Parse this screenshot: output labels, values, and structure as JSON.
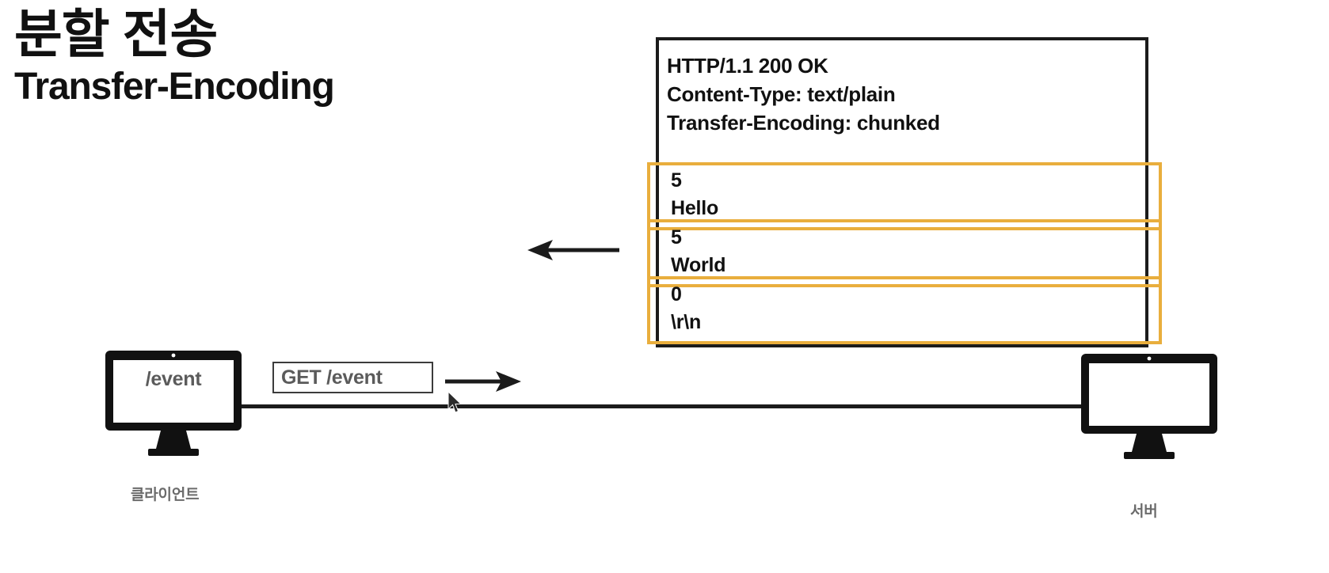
{
  "title": {
    "korean": "분할 전송",
    "english": "Transfer-Encoding"
  },
  "response": {
    "headers": [
      "HTTP/1.1 200 OK",
      "Content-Type: text/plain",
      "Transfer-Encoding: chunked"
    ],
    "chunks": [
      {
        "size": "5",
        "payload": "Hello"
      },
      {
        "size": "5",
        "payload": "World"
      },
      {
        "size": "0",
        "payload": "\\r\\n"
      }
    ],
    "arrow_direction": "left",
    "arrow_icon": "arrow-left-icon"
  },
  "request": {
    "label": "GET /event",
    "arrow_direction": "right",
    "arrow_icon": "arrow-right-icon"
  },
  "client": {
    "screen_text": "/event",
    "caption": "클라이언트",
    "icon": "desktop-monitor-icon"
  },
  "server": {
    "screen_text": "",
    "caption": "서버",
    "icon": "desktop-monitor-icon"
  },
  "cursor": {
    "icon": "mouse-pointer-icon"
  },
  "colors": {
    "chunk_border": "#e9ae3d",
    "outer_border": "#1b1b1b",
    "text_dark": "#111111",
    "text_gray": "#5b5b5b",
    "caption_gray": "#6b6b6b",
    "background": "#ffffff"
  }
}
